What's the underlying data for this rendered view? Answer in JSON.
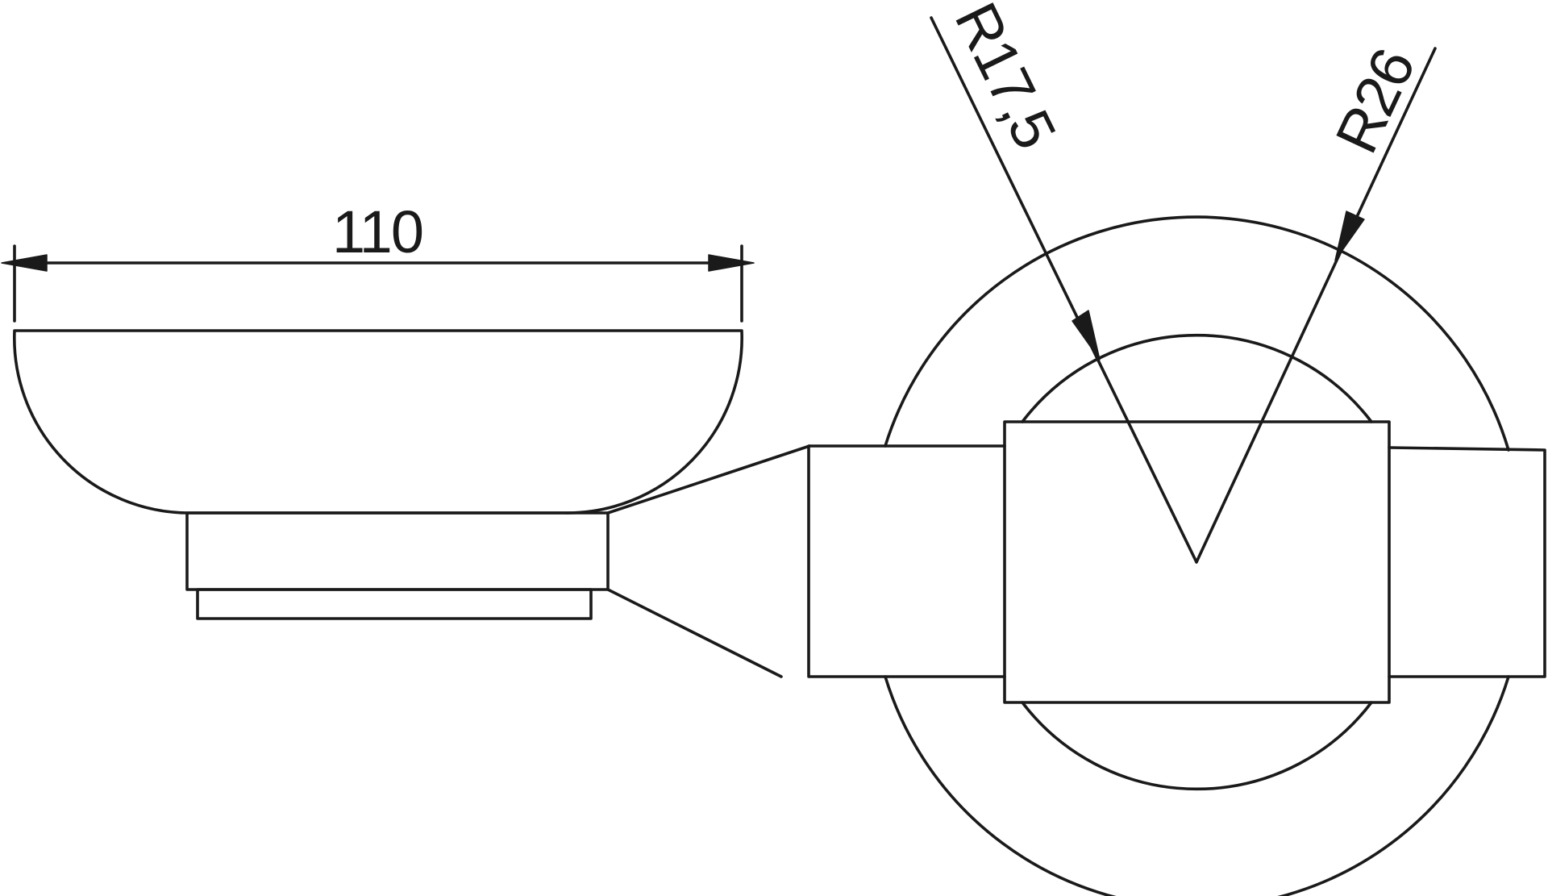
{
  "drawing": {
    "description_labels": {
      "width_dimension": "110",
      "outer_radius": "R26",
      "inner_radius": "R17,5"
    },
    "colors": {
      "line": "#1a1a1a",
      "background": "#ffffff"
    }
  }
}
